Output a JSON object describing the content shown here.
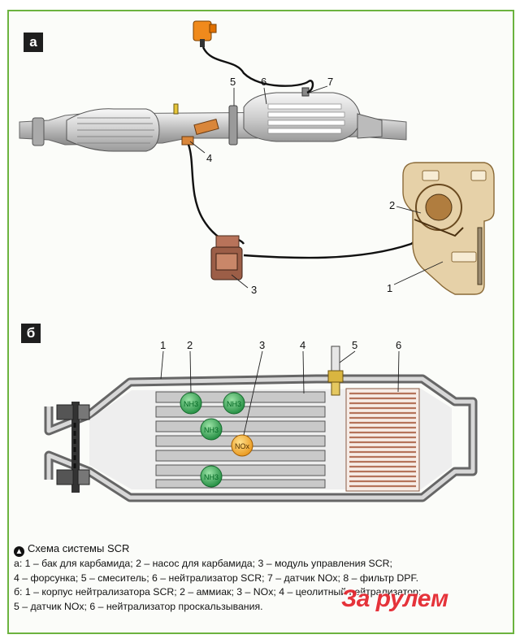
{
  "panels": {
    "a": {
      "badge": "а",
      "callouts": [
        "1",
        "2",
        "3",
        "4",
        "5",
        "6",
        "7"
      ]
    },
    "b": {
      "badge": "б",
      "callouts": [
        "1",
        "2",
        "3",
        "4",
        "5",
        "6"
      ],
      "molecules": [
        "NH3",
        "NH3",
        "NH3",
        "NOx",
        "NH3"
      ]
    }
  },
  "caption": {
    "icon": "arrow-up-circle-icon",
    "title": "Схема системы SCR",
    "lines": [
      "а: 1 – бак для карбамида; 2 – насос для карбамида; 3 – модуль управления SCR;",
      "4 – форсунка; 5 – смеситель; 6 – нейтрализатор SCR; 7 – датчик NOx; 8 – фильтр DPF.",
      "б: 1 – корпус нейтрализатора SCR; 2 – аммиак; 3 – NOx; 4 – цеолитный нейтрализатор;",
      "5 – датчик NOx; 6 – нейтрализатор проскальзывания."
    ]
  },
  "watermark": "За рулем",
  "colors": {
    "frame": "#6cb33f",
    "nh3": "#2e9e4f",
    "nox": "#f2a62b",
    "filter_stripes": "#b5735a",
    "tank": "#e6d1a8",
    "logo": "#e4222a"
  }
}
